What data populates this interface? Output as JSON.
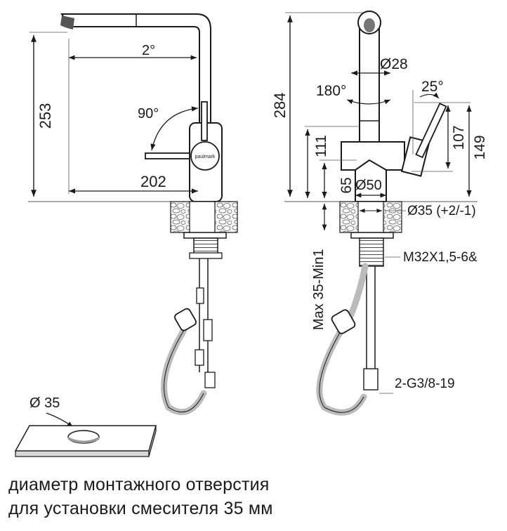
{
  "left_view": {
    "height_label": "253",
    "angle_top_label": "2°",
    "swivel_label": "90°",
    "reach_label": "202",
    "brand_label": "paulmark"
  },
  "right_view": {
    "height_label": "284",
    "spout_diameter_label": "Ø28",
    "rotation_label": "180°",
    "handle_angle_label": "25°",
    "handle_height_label": "107",
    "total_handle_label": "149",
    "body_height_label": "111",
    "base_height_label": "65",
    "base_diameter_label": "Ø50",
    "hole_label": "Ø35 (+2/-1)",
    "thread_label": "M32X1,5-6&",
    "max_thickness_label": "Max 35-Min1",
    "hose_label": "2-G3/8-19"
  },
  "countertop": {
    "hole_label": "Ø 35"
  },
  "caption": {
    "line1": "диаметр монтажного отверстия",
    "line2": "для установки смесителя 35 мм"
  }
}
